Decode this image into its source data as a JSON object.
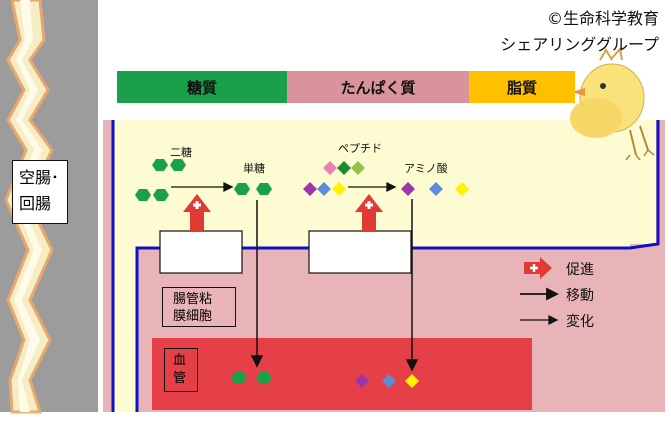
{
  "copyright": {
    "line1": "©生命科学教育",
    "line2": "シェアリンググループ"
  },
  "nutrients": {
    "carb": "糖質",
    "protein": "たんぱく質",
    "fat": "脂質"
  },
  "region_label": {
    "line1": "空腸･",
    "line2": "回腸"
  },
  "cell_label": {
    "line1": "腸管粘",
    "line2": "膜細胞"
  },
  "vessel_label": {
    "line1": "血",
    "line2": "管"
  },
  "carb_flow": {
    "before": "二糖",
    "after": "単糖"
  },
  "protein_flow": {
    "before": "ペプチド",
    "after": "アミノ酸"
  },
  "legend": {
    "promote": "促進",
    "move": "移動",
    "change": "変化"
  },
  "colors": {
    "carb_green": "#1aa04a",
    "protein_pink": "#d9939a",
    "fat_yellow": "#ffc000",
    "cell_cream": "#fdfbd2",
    "vessel_red": "#e54047",
    "arrow_red": "#e03a32",
    "outline_blue": "#1010c8",
    "wall_gray": "#9a9a9a"
  }
}
